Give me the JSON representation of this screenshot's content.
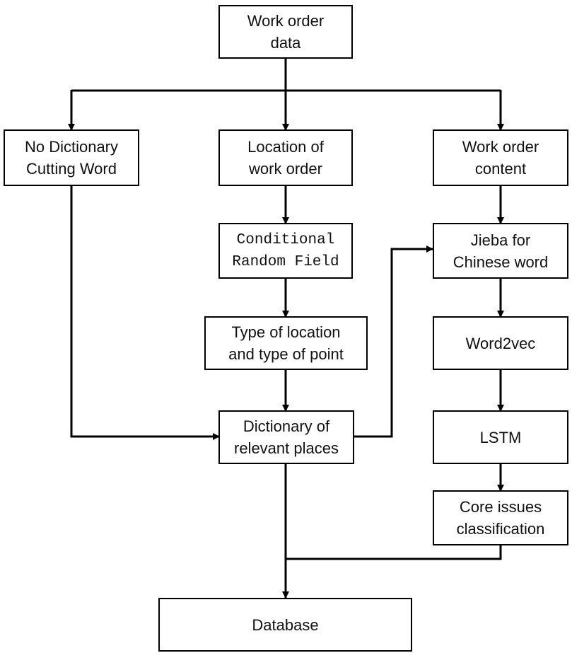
{
  "nodes": {
    "work_order_data": {
      "line1": "Work order",
      "line2": "data"
    },
    "no_dictionary": {
      "line1": "No Dictionary",
      "line2": "Cutting Word"
    },
    "location": {
      "line1": "Location of",
      "line2": "work order"
    },
    "content": {
      "line1": "Work order",
      "line2": "content"
    },
    "crf": {
      "line1": "Conditional",
      "line2": "Random Field"
    },
    "jieba": {
      "line1": "Jieba for",
      "line2": "Chinese word"
    },
    "type_location": {
      "line1": "Type of location",
      "line2": "and type of point"
    },
    "word2vec": {
      "line1": "Word2vec"
    },
    "dictionary": {
      "line1": "Dictionary of",
      "line2": "relevant places"
    },
    "lstm": {
      "line1": "LSTM"
    },
    "core_issues": {
      "line1": "Core issues",
      "line2": "classification"
    },
    "database": {
      "line1": "Database"
    }
  }
}
